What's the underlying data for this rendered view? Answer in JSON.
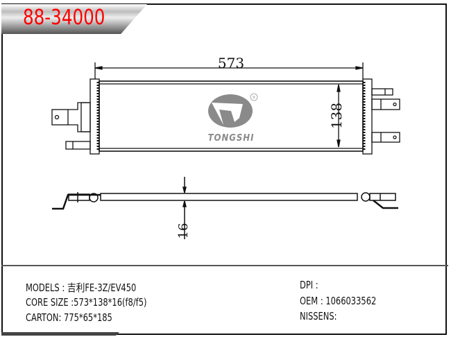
{
  "part_number": "88-34000",
  "drawing": {
    "width_dim": "573",
    "height_dim": "138",
    "thickness_dim": "16",
    "logo_text": "TONGSHI",
    "logo_mark": "®"
  },
  "specs": {
    "models": "MODELS : 吉利FE-3Z/EV450",
    "core_size": "CORE SIZE :573*138*16(f8/f5)",
    "carton": "CARTON: 775*65*185",
    "dpi": "DPI :",
    "oem": "OEM : 1066033562",
    "nissens": "NISSENS:"
  }
}
